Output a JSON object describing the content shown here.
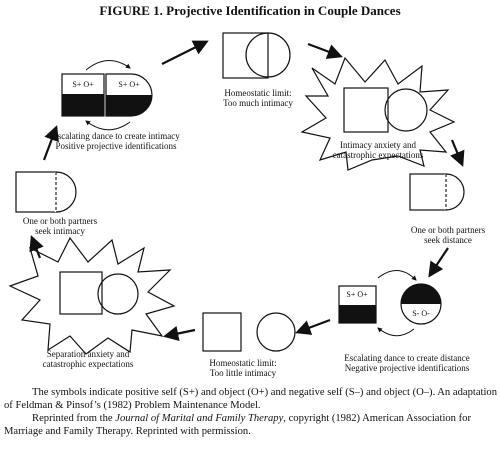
{
  "title": "FIGURE 1. Projective Identification in Couple Dances",
  "nodes": {
    "homeo_high": [
      "Homeostatic limit:",
      "Too much intimacy"
    ],
    "intimacy_anxiety": [
      "Intimacy anxiety and",
      "catastrophic expectations"
    ],
    "seek_distance": [
      "One or both partners",
      "seek distance"
    ],
    "escalate_distance": [
      "Escalating dance to create distance",
      "Negative projective identifications"
    ],
    "homeo_low": [
      "Homeostatic limit:",
      "Too little intimacy"
    ],
    "separation_anxiety": [
      "Separation anxiety and",
      "catastrophic expectations"
    ],
    "seek_intimacy": [
      "One or both partners",
      "seek intimacy"
    ],
    "escalate_intimacy": [
      "Escalating dance to create intimacy",
      "Positive projective identifications"
    ]
  },
  "symbols": {
    "pos_left": "S+ O+",
    "pos_right": "S+ O+",
    "neg_left": "S+ O+",
    "neg_right": "S- O-"
  },
  "caption": {
    "line1": "The symbols indicate positive self (S+) and object (O+) and negative self (S–) and object (O–). An adaptation of Feldman & Pinsof’s (1982) Problem Maintenance Model.",
    "reprint_before": "Reprinted from the ",
    "journal": "Journal of Marital and Family Therapy",
    "reprint_after": ", copyright (1982) American Association for Marriage and Family Therapy. Reprinted with permission."
  }
}
